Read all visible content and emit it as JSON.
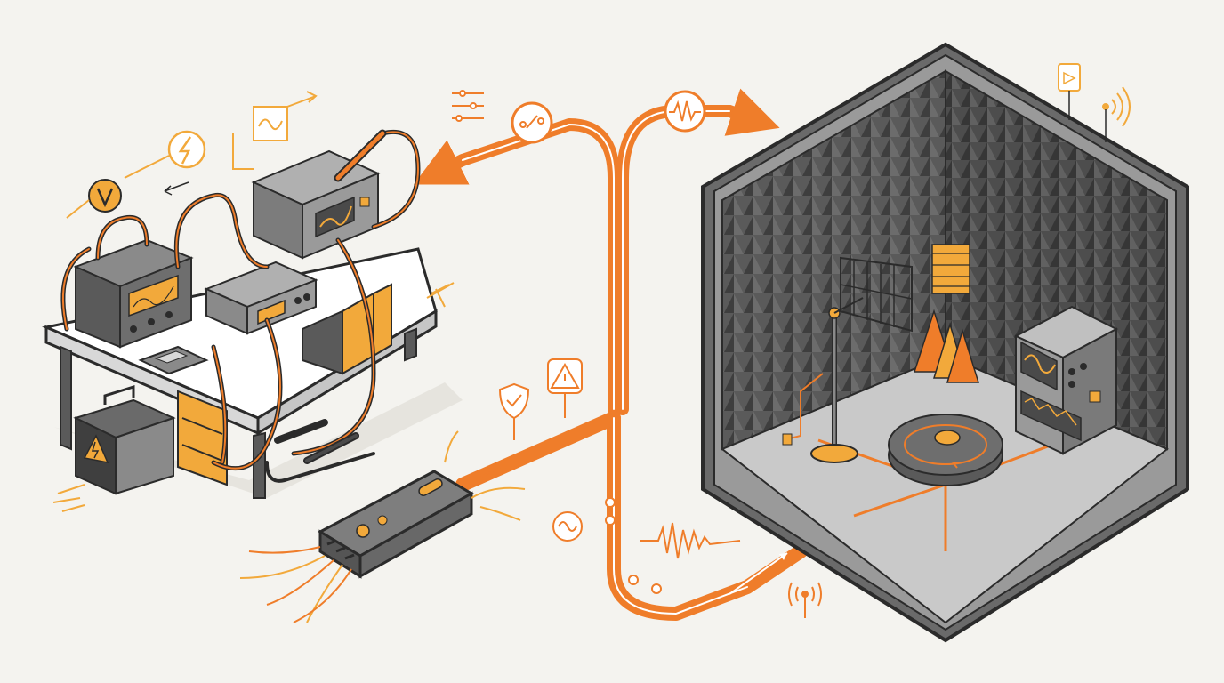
{
  "palette": {
    "background": "#f4f3ef",
    "orange": "#ef7d2a",
    "amber": "#f2a93b",
    "dark_gray": "#4a4a4a",
    "mid_gray": "#8a8a8a",
    "light_gray": "#c9c9c9",
    "outline": "#2b2b2b",
    "bench_top": "#ffffff"
  },
  "icons": {
    "voltage": "voltmeter-icon",
    "lightning": "lightning-icon",
    "waveform": "sine-wave-icon",
    "switch": "switch-icon",
    "signal": "signal-pulse-icon",
    "sliders": "sliders-icon",
    "shield": "shield-check-icon",
    "warning": "warning-triangle-icon",
    "ac_source": "ac-source-icon",
    "antenna": "antenna-icon",
    "wifi": "wireless-icon"
  },
  "diagram": {
    "left_station": "electrical-test-bench",
    "center_device": "device-under-test",
    "right_station": "anechoic-emc-chamber"
  }
}
